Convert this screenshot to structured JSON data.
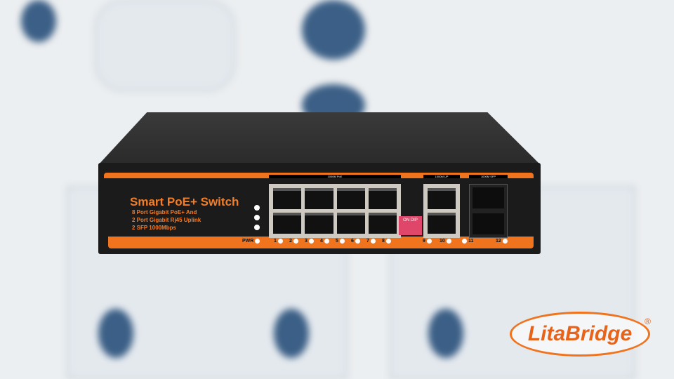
{
  "switch": {
    "title": "Smart PoE+ Switch",
    "features": [
      "8 Port Gigabit PoE+ And",
      "2 Port Gigabit Rj45 Uplink",
      "2 SFP 1000Mbps"
    ],
    "section_labels": [
      "1000M PoE",
      "1000M UP",
      "1000M SFP"
    ],
    "dip_label": "ON DIP",
    "power_led": "PWR",
    "port_leds": [
      "1",
      "2",
      "3",
      "4",
      "5",
      "6",
      "7",
      "8",
      "9",
      "10",
      "11",
      "12"
    ]
  },
  "logo": {
    "text": "LitaBridge",
    "mark": "®"
  },
  "colors": {
    "accent": "#f0731e",
    "body": "#1b1b1b"
  }
}
